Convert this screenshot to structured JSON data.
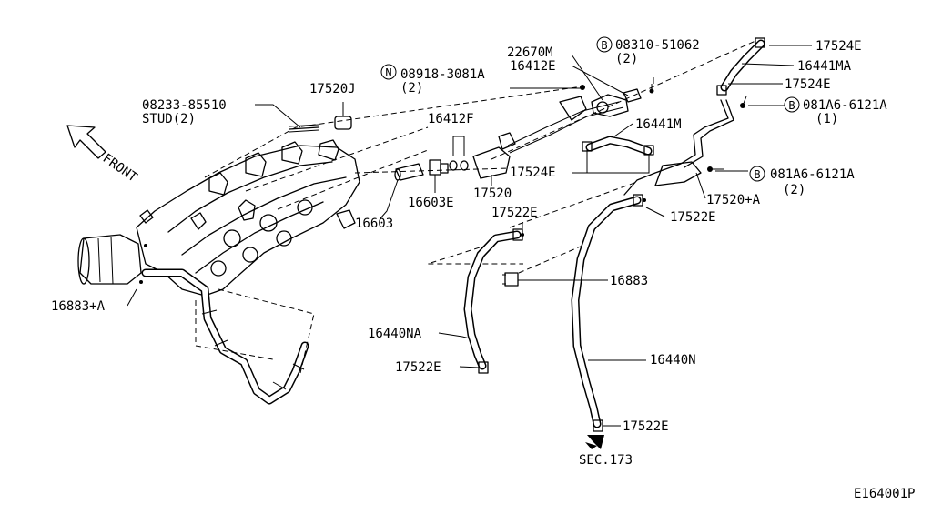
{
  "diagram_id": "E164001P",
  "front_label": "FRONT",
  "section_ref": "SEC.173",
  "labels": {
    "l_08233": "08233-85510",
    "l_stud": "STUD(2)",
    "l_17520J": "17520J",
    "l_08918": "08918-3081A",
    "l_08918_qty": "(2)",
    "l_22670M": "22670M",
    "l_16412E": "16412E",
    "l_08310": "08310-51062",
    "l_08310_qty": "(2)",
    "l_17524E_a": "17524E",
    "l_16441MA": "16441MA",
    "l_17524E_b": "17524E",
    "l_081A6_a": "081A6-6121A",
    "l_081A6_a_qty": "(1)",
    "l_16412F": "16412F",
    "l_16441M": "16441M",
    "l_17524E_c": "17524E",
    "l_081A6_b": "081A6-6121A",
    "l_081A6_b_qty": "(2)",
    "l_17520A": "17520+A",
    "l_16603E": "16603E",
    "l_17520": "17520",
    "l_16603": "16603",
    "l_17522E_a": "17522E",
    "l_17522E_b": "17522E",
    "l_16883": "16883",
    "l_16883A": "16883+A",
    "l_16440NA": "16440NA",
    "l_17522E_c": "17522E",
    "l_16440N": "16440N",
    "l_17522E_d": "17522E"
  },
  "symbols": {
    "n": "N",
    "b": "B"
  }
}
